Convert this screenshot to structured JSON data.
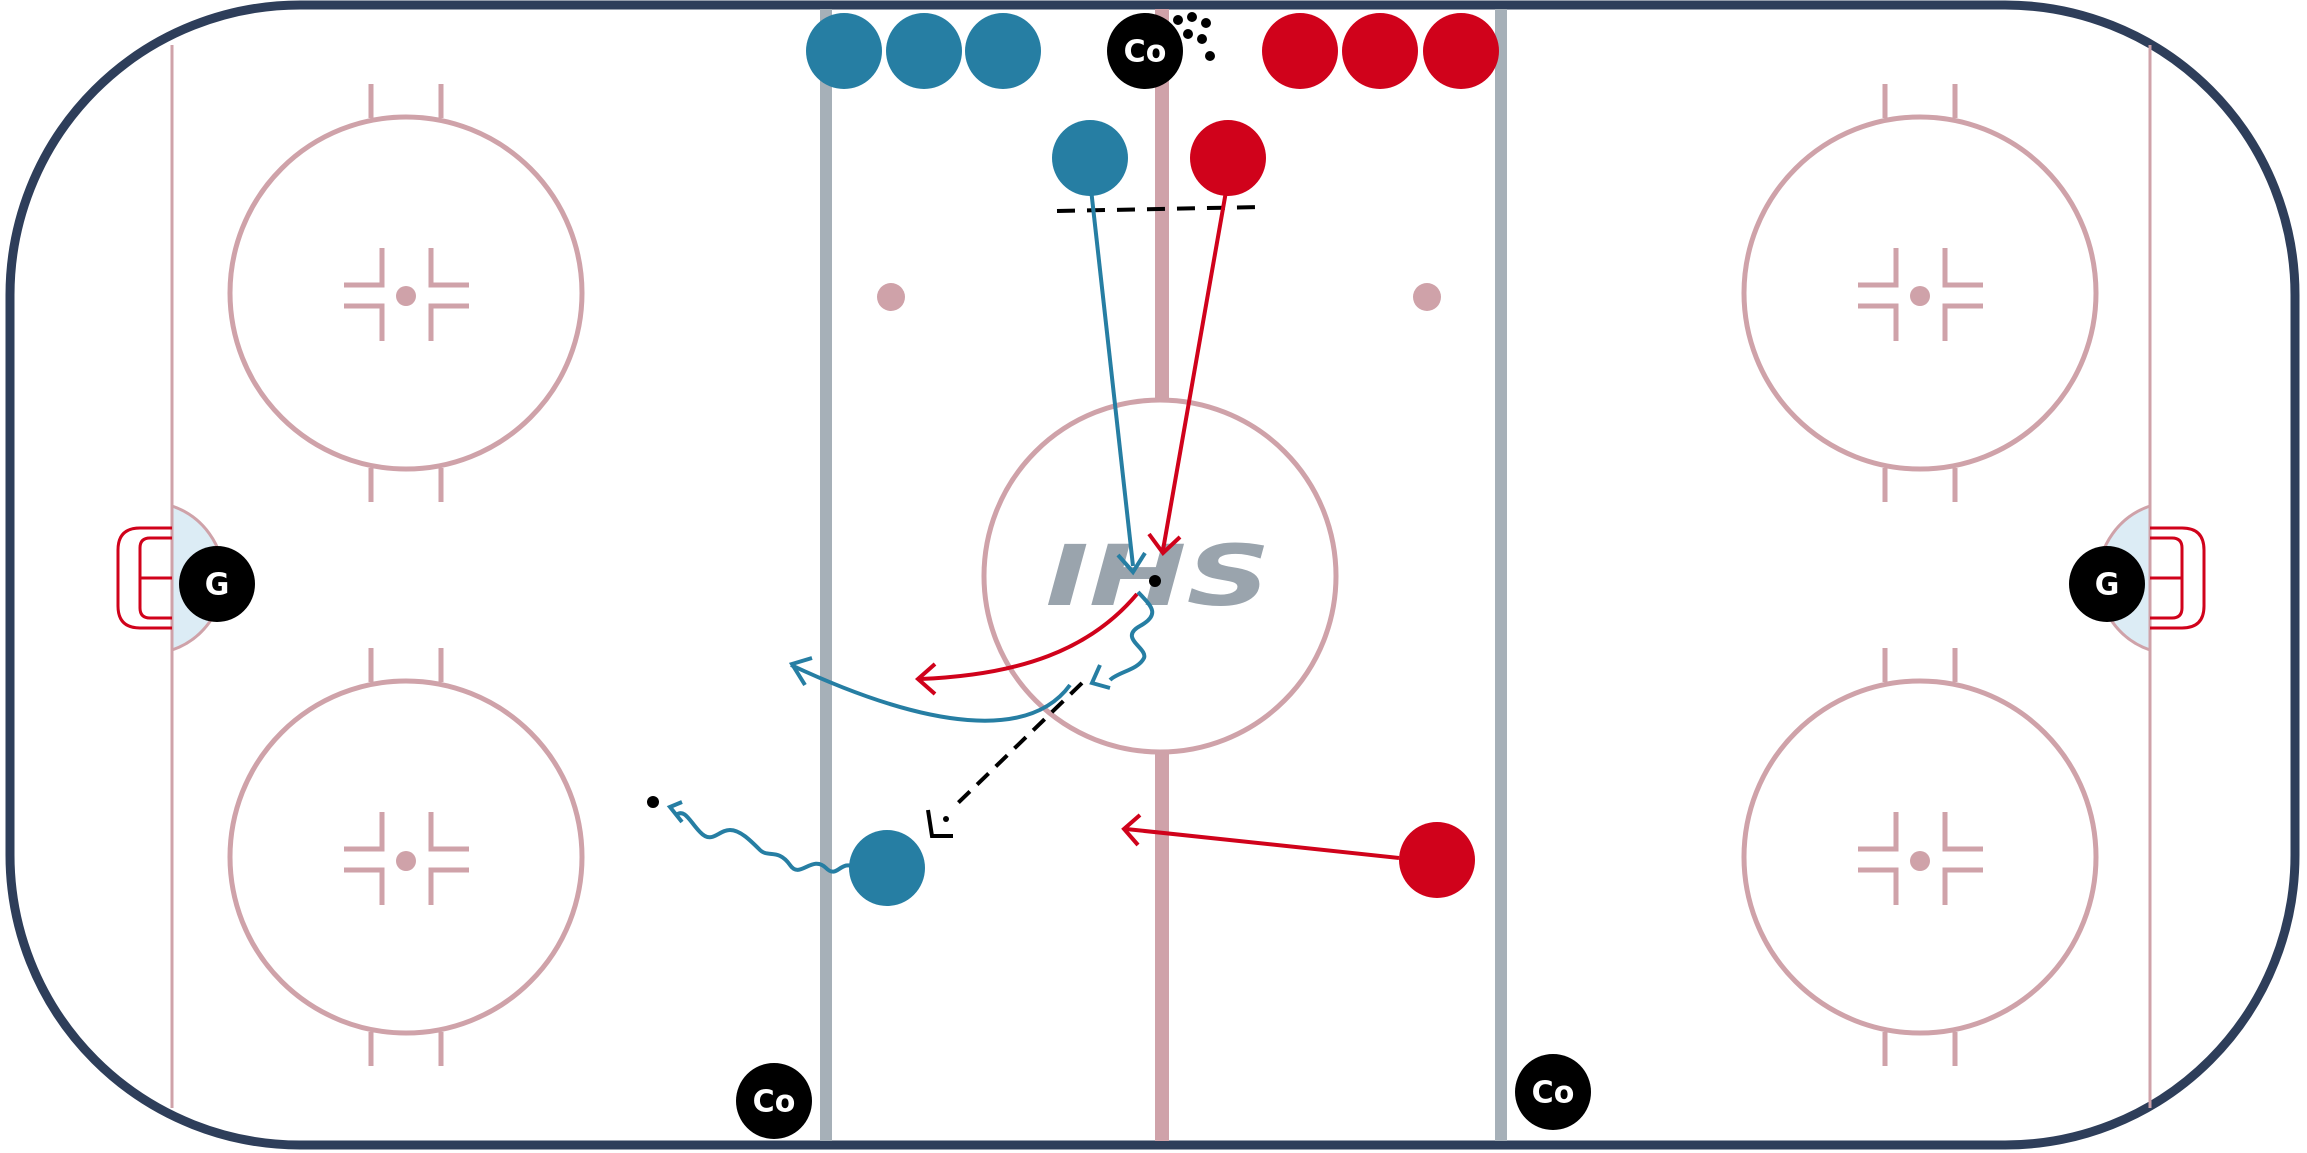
{
  "diagram": {
    "logo_text": "IHS",
    "goalie_label": "G",
    "coach_label": "Co",
    "colors": {
      "board": "#2e3e5a",
      "rink_line": "#cfa2a9",
      "center_line": "#cfa2a9",
      "blue_line": "#a6b0b8",
      "crease_fill": "#dcecf5",
      "net": "#d0021b",
      "team_blue": "#267ea3",
      "team_red": "#d0021b",
      "marker_black": "#000000",
      "logo": "#9aa4ad"
    },
    "players": [
      {
        "role": "coach-top",
        "team": "coach",
        "label": "Co"
      },
      {
        "role": "coach-bottom-left",
        "team": "coach",
        "label": "Co"
      },
      {
        "role": "coach-bottom-right",
        "team": "coach",
        "label": "Co"
      },
      {
        "role": "goalie-left",
        "team": "goalie",
        "label": "G"
      },
      {
        "role": "goalie-right",
        "team": "goalie",
        "label": "G"
      }
    ]
  }
}
